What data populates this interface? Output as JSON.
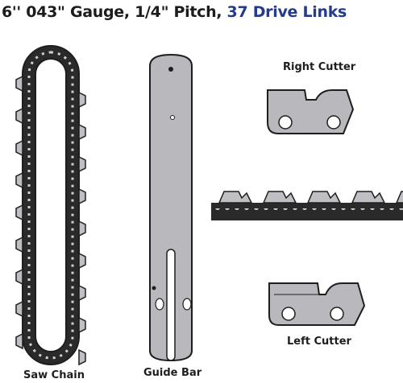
{
  "headline": {
    "prefix": "6''  043\" Gauge, 1/4\" Pitch, ",
    "accent": "37 Drive Links",
    "accent_color": "#243b8c"
  },
  "labels": {
    "right_cutter": "Right Cutter",
    "left_cutter": "Left Cutter",
    "saw_chain": "Saw Chain",
    "guide_bar": "Guide Bar"
  },
  "colors": {
    "metal": "#b9b9bd",
    "outline": "#1e1e1e",
    "chain_dark": "#2a2a2a"
  }
}
